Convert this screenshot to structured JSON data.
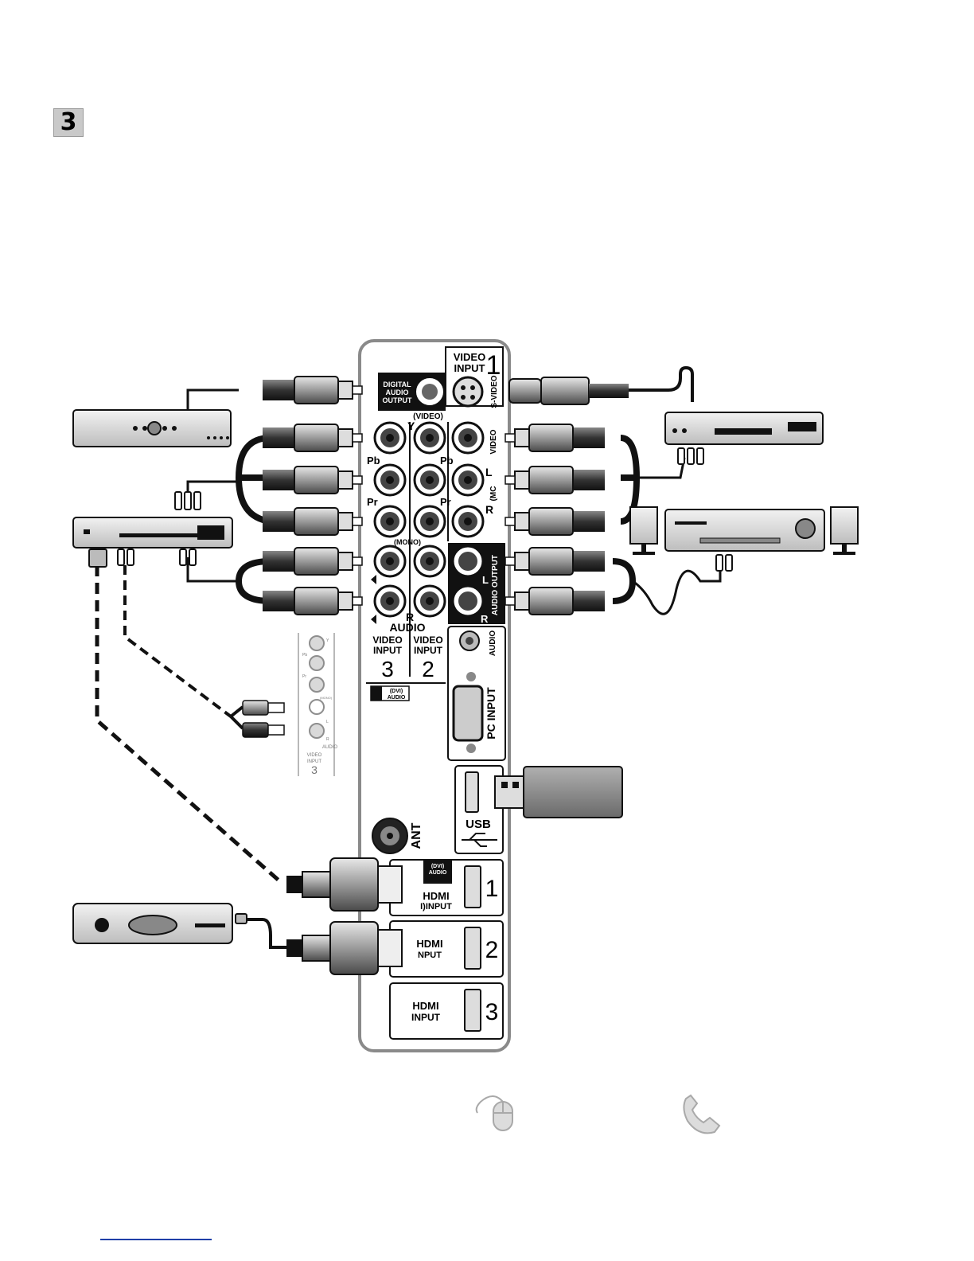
{
  "step": {
    "number": "3"
  },
  "panel": {
    "video_input_1": {
      "title_line1": "VIDEO",
      "title_line2": "INPUT",
      "number": "1"
    },
    "digital_audio_output": {
      "line1": "DIGITAL",
      "line2": "AUDIO",
      "line3": "OUTPUT"
    },
    "svideo_label": "S-VIDEO",
    "video_paren": "(VIDEO)",
    "jack_labels": {
      "y": "Y",
      "pb": "Pb",
      "pr": "Pr",
      "video": "VIDEO",
      "l": "L",
      "mono_vert": "(MC",
      "r": "R",
      "mono": "(MONO)",
      "audio": "AUDIO"
    },
    "audio_output": "AUDIO OUTPUT",
    "video_input_3": {
      "line1": "VIDEO",
      "line2": "INPUT",
      "number": "3"
    },
    "video_input_2": {
      "line1": "VIDEO",
      "line2": "INPUT",
      "number": "2"
    },
    "pc_audio": "AUDIO",
    "pc_input": "PC INPUT",
    "dvi_audio": {
      "line1": "(DVI)",
      "line2": "AUDIO"
    },
    "usb": "USB",
    "ant": "ANT",
    "hdmi_1": {
      "logo": "HDMI",
      "label": "I)INPUT",
      "number": "1"
    },
    "hdmi_2": {
      "logo": "HDMI",
      "label": "NPUT",
      "number": "2"
    },
    "hdmi_3": {
      "logo": "HDMI",
      "label": "INPUT",
      "number": "3"
    }
  },
  "inset": {
    "y": "Y",
    "pb": "Pb",
    "pr": "Pr",
    "mono": "(MONO)",
    "l": "L",
    "r": "R",
    "audio": "AUDIO",
    "video": "VIDEO",
    "input": "INPUT",
    "number": "3"
  },
  "icons": [
    "mouse-icon",
    "phone-icon"
  ]
}
